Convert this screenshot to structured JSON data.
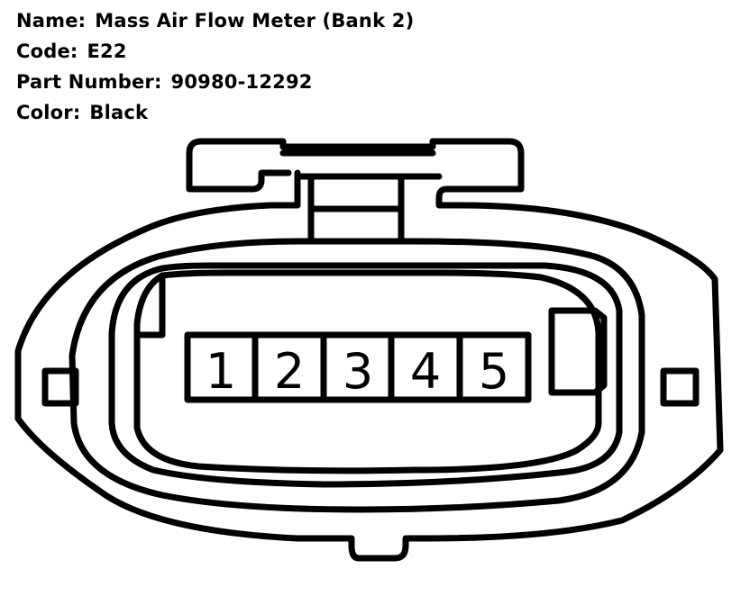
{
  "connector": {
    "name_label": "Name:",
    "name": "Mass Air Flow Meter (Bank 2)",
    "code_label": "Code:",
    "code": "E22",
    "part_number_label": "Part Number:",
    "part_number": "90980-12292",
    "color_label": "Color:",
    "color": "Black"
  },
  "pins": [
    "1",
    "2",
    "3",
    "4",
    "5"
  ],
  "colors": {
    "line": "#000000",
    "background": "#ffffff"
  }
}
